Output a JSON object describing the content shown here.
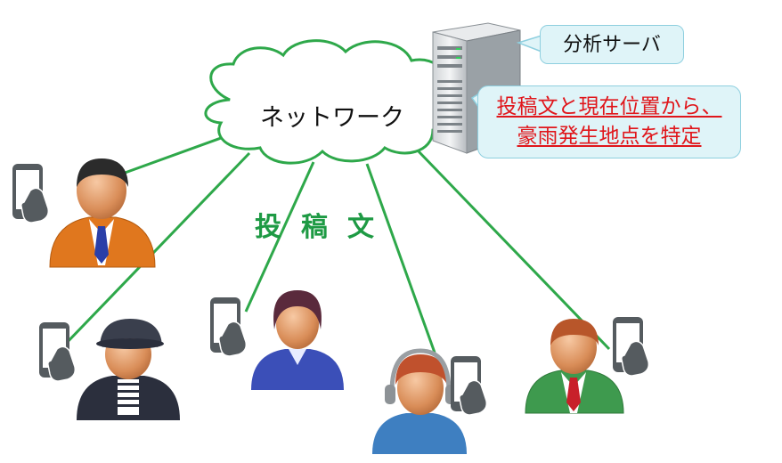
{
  "network": {
    "label": "ネットワーク"
  },
  "posts": {
    "label": "投稿文"
  },
  "server": {
    "name": "分析サーバ",
    "result_line1": "投稿文と現在位置から、",
    "result_line2": "豪雨発生地点を特定"
  },
  "colors": {
    "connection_line": "#2ea84a",
    "posts_label": "#1e9a44",
    "callout_fill": "#dff4f8",
    "callout_border": "#8ecfdf",
    "result_text": "#e0161b",
    "user1_shirt": "#e0771e",
    "user2_shirt": "#2b2f3d",
    "user3_shirt": "#3b4fb8",
    "user4_shirt": "#3e7fc1",
    "user5_shirt": "#3e9a4e",
    "smartphone": "#555b5f"
  },
  "users": [
    {
      "icon": "businessman-orange-suit-icon"
    },
    {
      "icon": "person-with-cap-icon"
    },
    {
      "icon": "woman-purple-shirt-icon"
    },
    {
      "icon": "person-with-headphones-icon"
    },
    {
      "icon": "businessman-green-suit-icon"
    }
  ],
  "devices": {
    "icon": "smartphone-touch-icon"
  }
}
